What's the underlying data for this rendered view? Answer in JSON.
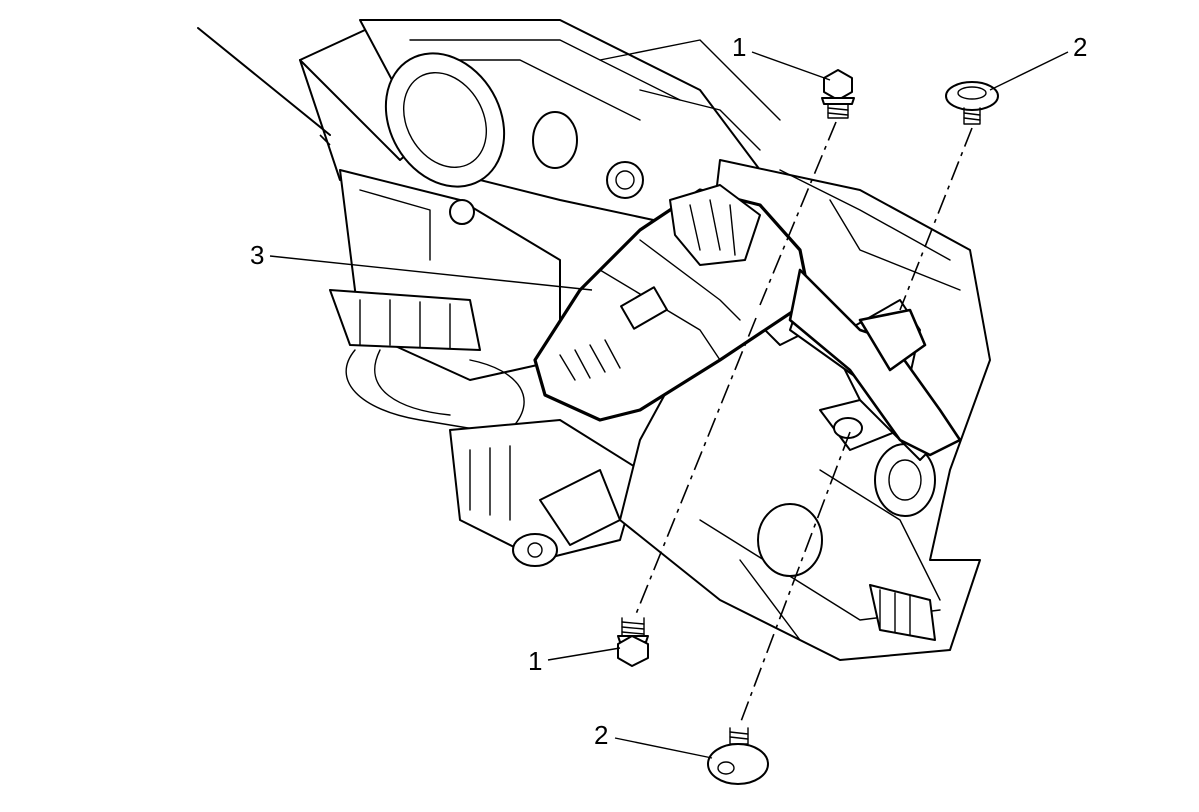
{
  "callouts": [
    {
      "id": "bolt-top",
      "label": "1"
    },
    {
      "id": "screw-top",
      "label": "2"
    },
    {
      "id": "switch",
      "label": "3"
    },
    {
      "id": "bolt-bottom",
      "label": "1"
    },
    {
      "id": "screw-bottom",
      "label": "2"
    }
  ]
}
